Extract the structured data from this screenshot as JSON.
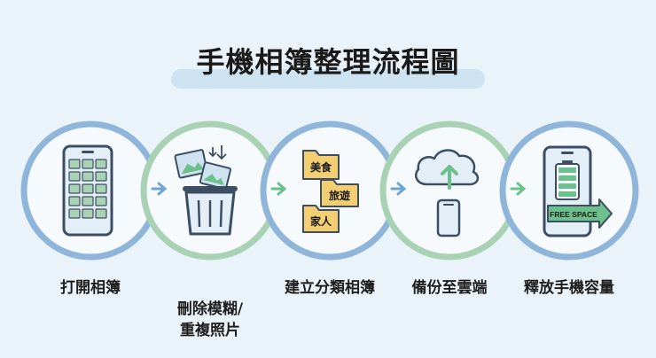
{
  "title": "手機相簿整理流程圖",
  "steps": [
    {
      "label": "打開相簿",
      "icon": "phone-gallery-icon"
    },
    {
      "label": "刪除模糊/\n重複照片",
      "icon": "trash-photos-icon"
    },
    {
      "label": "建立分類相簿",
      "icon": "folders-icon"
    },
    {
      "label": "備份至雲端",
      "icon": "cloud-upload-icon"
    },
    {
      "label": "釋放手機容量",
      "icon": "phone-battery-icon"
    }
  ],
  "folders": [
    "美食",
    "旅遊",
    "家人"
  ],
  "free_space_label": "FREE SPACE",
  "colors": {
    "ring_blue": "#8fb6da",
    "ring_green": "#a9d2b4",
    "ring_inner": "#f6fafd",
    "icon_stroke": "#3d4e63",
    "folder_yellow": "#f4cf72",
    "accent_green": "#6cc08b",
    "arrow_blue": "#6fa4d6"
  }
}
